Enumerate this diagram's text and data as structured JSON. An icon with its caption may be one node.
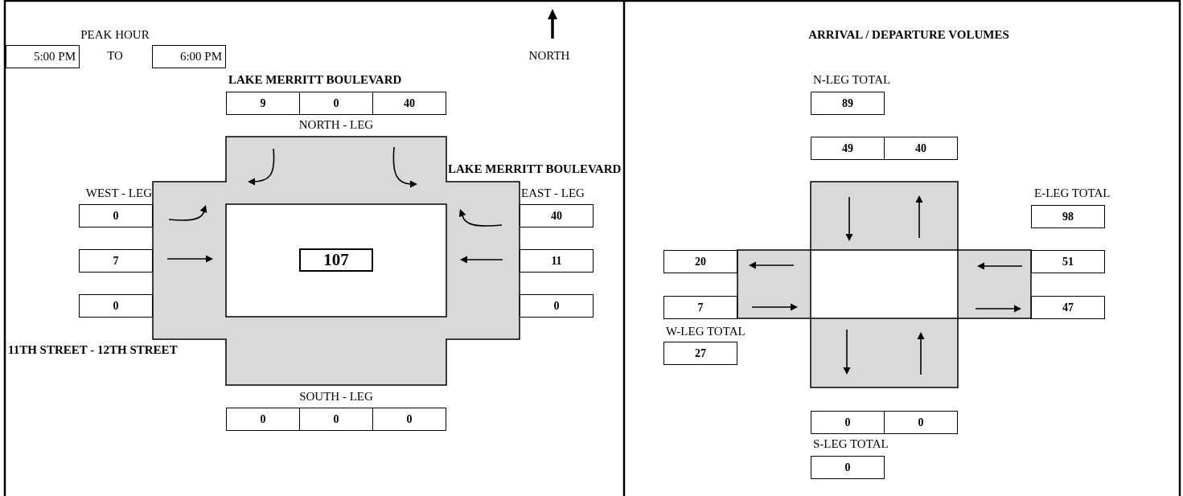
{
  "diagram": {
    "nodes": [
      {
        "text": [
          "5:00 PM"
        ]
      },
      {
        "text": [
          "6:00 PM"
        ]
      },
      {
        "text": [
          "9"
        ]
      },
      {
        "text": [
          "0"
        ]
      },
      {
        "text": [
          "40"
        ]
      },
      {
        "text": [
          "0"
        ]
      },
      {
        "text": [
          "40"
        ]
      },
      {
        "text": [
          "7"
        ]
      },
      {
        "text": [
          "107"
        ]
      },
      {
        "text": [
          "11"
        ]
      },
      {
        "text": [
          "0"
        ]
      },
      {
        "text": [
          "0"
        ]
      },
      {
        "text": [
          "0"
        ]
      },
      {
        "text": [
          "0"
        ]
      },
      {
        "text": [
          "0"
        ]
      },
      {
        "text": [
          "89"
        ]
      },
      {
        "text": [
          "49"
        ]
      },
      {
        "text": [
          "40"
        ]
      },
      {
        "text": [
          "98"
        ]
      },
      {
        "text": [
          "20"
        ]
      },
      {
        "text": [
          "51"
        ]
      },
      {
        "text": [
          "7"
        ]
      },
      {
        "text": [
          "47"
        ]
      },
      {
        "text": [
          "27"
        ]
      },
      {
        "text": [
          "0"
        ]
      },
      {
        "text": [
          "0"
        ]
      },
      {
        "text": [
          "0"
        ]
      }
    ],
    "labels": [
      "PEAK HOUR",
      "TO",
      "NORTH",
      "ARRIVAL / DEPARTURE VOLUMES",
      "LAKE MERRITT BOULEVARD",
      "N-LEG TOTAL",
      "NORTH - LEG",
      "LAKE MERRITT BOULEVARD",
      "WEST - LEG",
      "EAST - LEG",
      "E-LEG TOTAL",
      "W-LEG TOTAL",
      "11TH STREET - 12TH STREET",
      "SOUTH - LEG",
      "S-LEG TOTAL"
    ]
  }
}
